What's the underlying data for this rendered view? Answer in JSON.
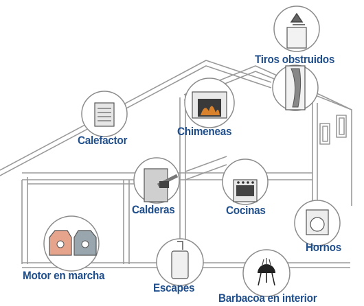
{
  "labels": {
    "tiros_obstruidos": "Tiros obstruidos",
    "calefactor": "Calefactor",
    "chimeneas": "Chimeneas",
    "calderas": "Calderas",
    "cocinas": "Cocinas",
    "hornos": "Hornos",
    "motor_en_marcha": "Motor en marcha",
    "escapes": "Escapes",
    "barbacoa_en_interior": "Barbacoa en interior"
  },
  "colors": {
    "label": "#1f4e8c",
    "line": "#9a9a9a",
    "car_left": "#e6a48c",
    "car_right": "#9aa6ae",
    "fire": "#d9822b"
  },
  "icons": [
    "chimney-top-icon",
    "chimney-flue-icon",
    "space-heater-icon",
    "fireplace-icon",
    "boiler-icon",
    "stove-icon",
    "dryer-icon",
    "cars-icon",
    "water-heater-icon",
    "grill-icon"
  ]
}
